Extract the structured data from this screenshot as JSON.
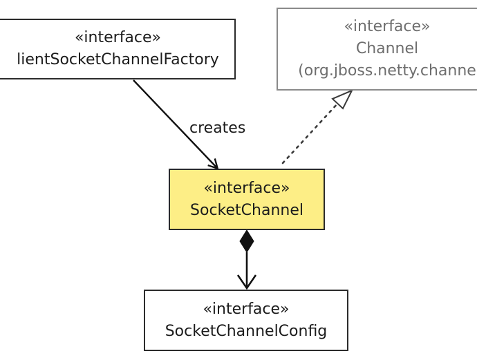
{
  "diagram": {
    "nodes": {
      "factory": {
        "stereotype": "«interface»",
        "name": "lientSocketChannelFactory"
      },
      "channel": {
        "stereotype": "«interface»",
        "name": "Channel",
        "package": "(org.jboss.netty.channe"
      },
      "socket_channel": {
        "stereotype": "«interface»",
        "name": "SocketChannel"
      },
      "socket_channel_config": {
        "stereotype": "«interface»",
        "name": "SocketChannelConfig"
      }
    },
    "edges": {
      "creates": {
        "label": "creates",
        "kind": "dependency"
      },
      "realization": {
        "kind": "realization"
      },
      "composition": {
        "kind": "composition"
      }
    },
    "colors": {
      "highlight_fill": "#fdee86",
      "border": "#2b2b2b",
      "muted_border": "#8a8a8a",
      "muted_text": "#6e6e6e"
    }
  }
}
